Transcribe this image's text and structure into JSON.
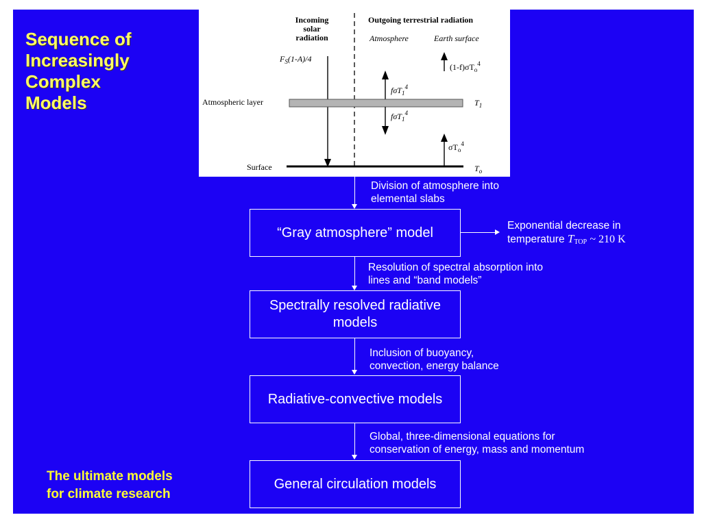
{
  "title": [
    "Sequence of",
    "Increasingly",
    "Complex",
    "Models"
  ],
  "figure": {
    "incoming": [
      "Incoming",
      "solar",
      "radiation"
    ],
    "outgoing": "Outgoing terrestrial radiation",
    "atmosphere": "Atmosphere",
    "earth_surface": "Earth surface",
    "fs": "F",
    "fs_sub": "S",
    "fs_rest": "(1-A)/4",
    "one_minus_f": "(1-f)σT",
    "one_minus_f_sub": "o",
    "f_sigma": "fσT",
    "t1_sub": "1",
    "power4": "4",
    "atm_layer": "Atmospheric layer",
    "T1": "T",
    "surface": "Surface",
    "T0": "T",
    "t0_sub": "o",
    "sigma": "σT",
    "sigma_sub": "o"
  },
  "steps": [
    {
      "box": "“Gray atmosphere” model",
      "note": [
        "Division of atmosphere into",
        "elemental slabs"
      ]
    },
    {
      "box": "Spectrally resolved radiative models",
      "note": [
        "Resolution of spectral absorption into",
        "lines and “band models”"
      ]
    },
    {
      "box": "Radiative-convective models",
      "note": [
        "Inclusion of buoyancy,",
        "convection, energy balance"
      ]
    },
    {
      "box": "General circulation models",
      "note": [
        "Global, three-dimensional equations for",
        "conservation of energy, mass and momentum"
      ]
    }
  ],
  "side_note": {
    "line1": "Exponential decrease in",
    "line2": "temperature",
    "T": "T",
    "sub": "TOP",
    "value": "~ 210 K"
  },
  "ultimate": [
    "The ultimate models",
    "for climate research"
  ],
  "colors": {
    "background": "#1c02f4",
    "title": "#ffff66",
    "ultimate": "#ffff33",
    "text": "#ffffff"
  }
}
